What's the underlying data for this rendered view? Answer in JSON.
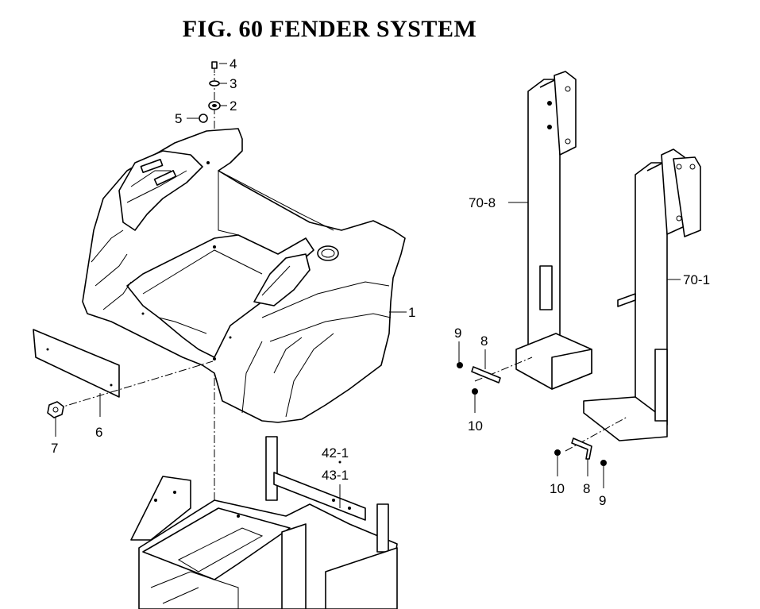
{
  "title": "FIG. 60  FENDER SYSTEM",
  "callouts": {
    "c4": "4",
    "c3": "3",
    "c2": "2",
    "c5": "5",
    "c1": "1",
    "c6": "6",
    "c7": "7",
    "c70_8": "70-8",
    "c70_1": "70-1",
    "c9a": "9",
    "c8a": "8",
    "c10a": "10",
    "c42_1": "42-1",
    "c43_1": "43-1",
    "c10b": "10",
    "c8b": "8",
    "c9b": "9"
  }
}
